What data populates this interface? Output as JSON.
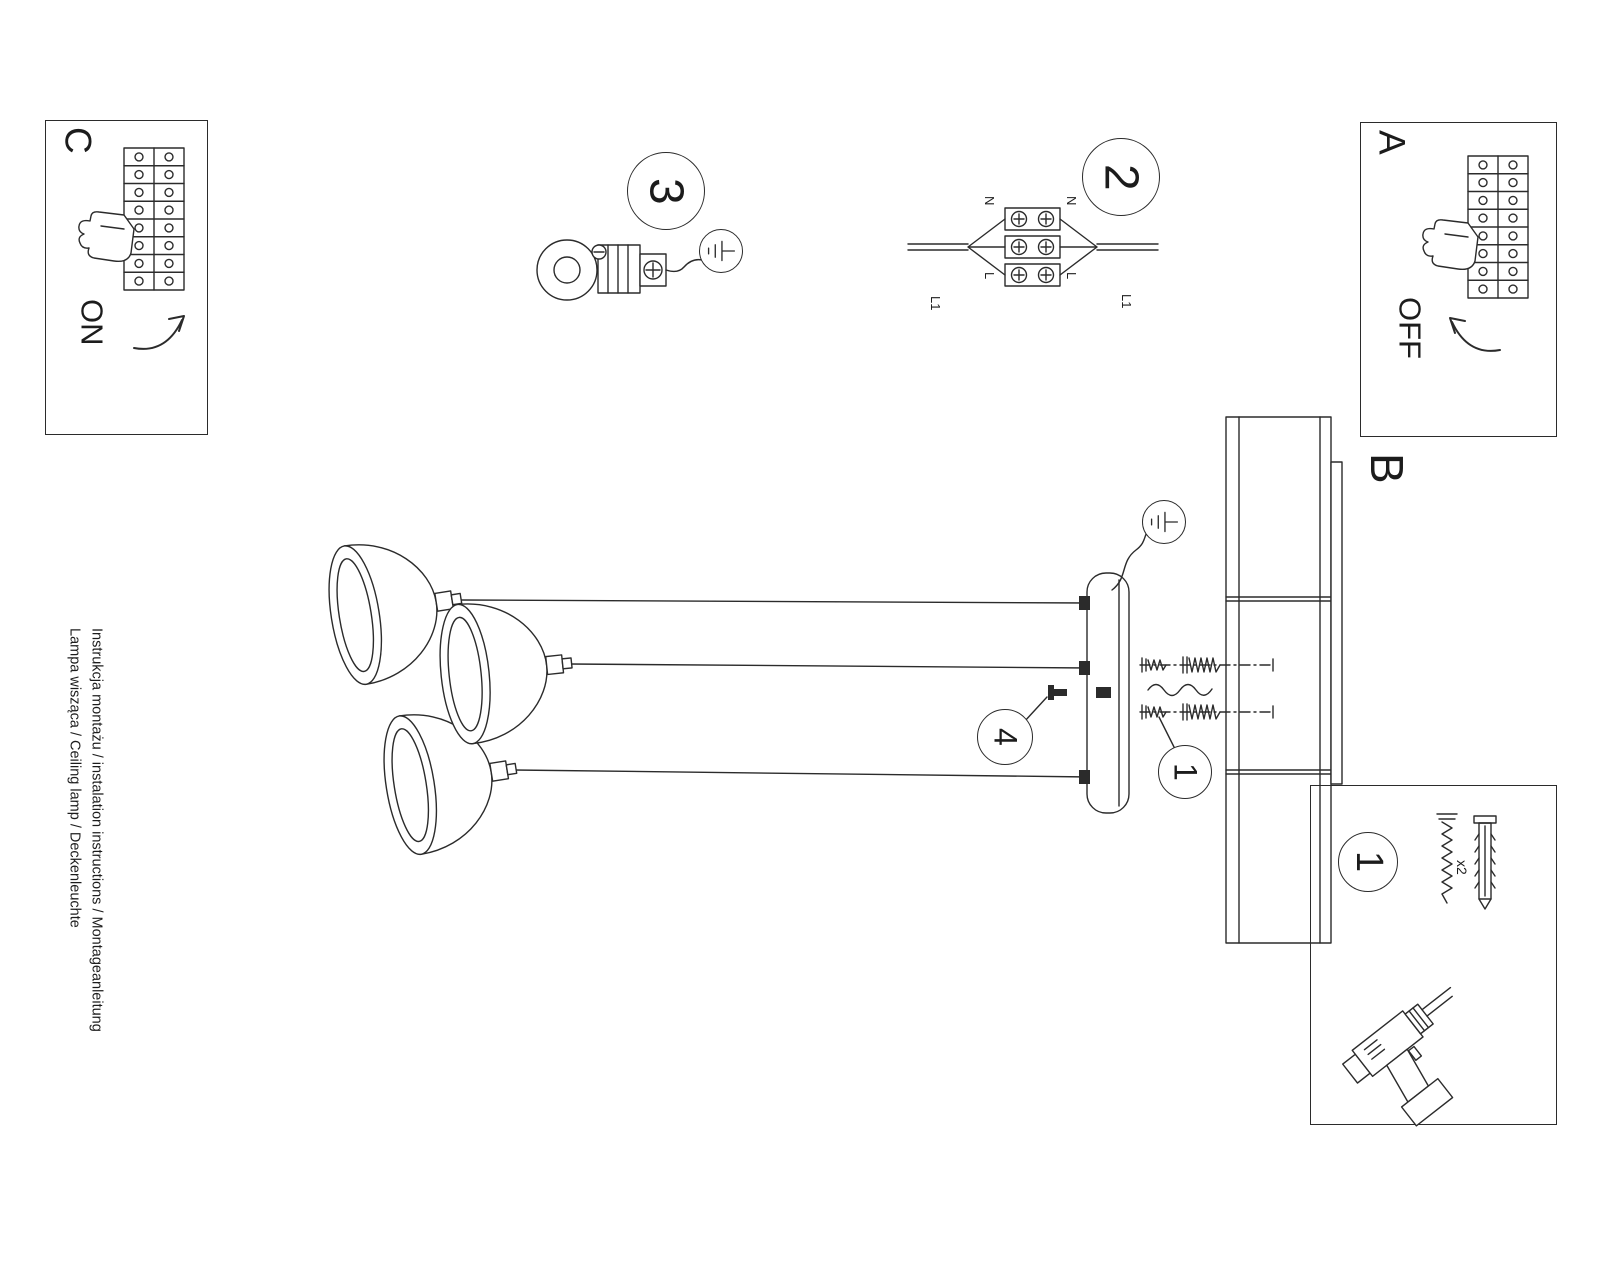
{
  "doc": {
    "title_line": "Instrukcja montażu / instalation instructions / Montageanleitung",
    "product_line": "Lampa wisząca / Ceiling lamp / Deckenleuchte"
  },
  "panels": {
    "a": {
      "label": "A",
      "switch_state": "OFF"
    },
    "b": {
      "label": "B"
    },
    "c": {
      "label": "C",
      "switch_state": "ON"
    }
  },
  "callouts": {
    "step1": "1",
    "step1_box": "1",
    "step2": "2",
    "step3": "3",
    "step4": "4"
  },
  "wiring": {
    "neutral_left": "N",
    "neutral_right": "N",
    "live_left": "L",
    "live_right": "L",
    "line_left": "L1",
    "line_right": "L1"
  },
  "hardware": {
    "screw_quantity": "x2"
  },
  "colors": {
    "ink": "#2b2b2b",
    "paper": "#ffffff"
  }
}
